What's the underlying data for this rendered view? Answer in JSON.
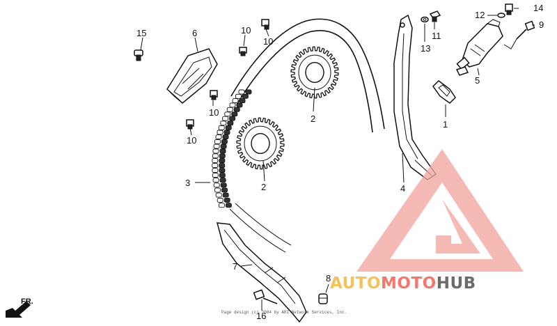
{
  "diagram": {
    "front_label": "FR.",
    "copyright": "Page design (c) 2004 by ARI Network Services, Inc.",
    "callouts": [
      {
        "id": "c15a",
        "label": "15"
      },
      {
        "id": "c6",
        "label": "6"
      },
      {
        "id": "c10a",
        "label": "10"
      },
      {
        "id": "c10b",
        "label": "10"
      },
      {
        "id": "c10c",
        "label": "10"
      },
      {
        "id": "c10d",
        "label": "10"
      },
      {
        "id": "c2a",
        "label": "2"
      },
      {
        "id": "c2b",
        "label": "2"
      },
      {
        "id": "c3",
        "label": "3"
      },
      {
        "id": "c7",
        "label": "7"
      },
      {
        "id": "c4",
        "label": "4"
      },
      {
        "id": "c1",
        "label": "1"
      },
      {
        "id": "c5",
        "label": "5"
      },
      {
        "id": "c13",
        "label": "13"
      },
      {
        "id": "c11",
        "label": "11"
      },
      {
        "id": "c12",
        "label": "12"
      },
      {
        "id": "c14",
        "label": "14"
      },
      {
        "id": "c9",
        "label": "9"
      },
      {
        "id": "c8",
        "label": "8"
      },
      {
        "id": "c16",
        "label": "16"
      }
    ]
  },
  "watermark": {
    "word1": "AUTO",
    "word2": "MOTO",
    "word3": "HUB",
    "colors": {
      "auto": "#f5c15a",
      "moto": "#f2776c",
      "hub": "#6b6b6b",
      "triangle": "#f4a7a0"
    }
  }
}
